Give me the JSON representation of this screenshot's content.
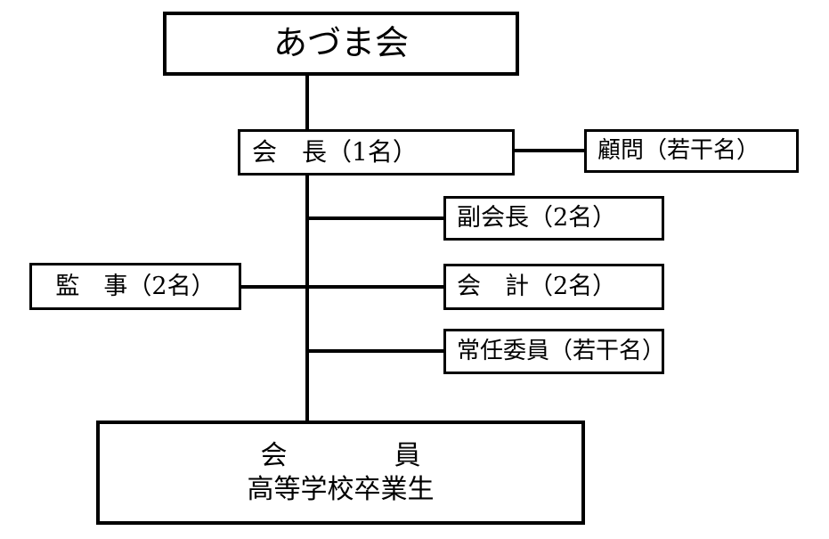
{
  "diagram": {
    "type": "organization-chart",
    "nodes": {
      "azuma": {
        "label": "あづま会"
      },
      "kaicho": {
        "label": "会　長（1名）"
      },
      "komon": {
        "label": "顧問（若干名）"
      },
      "fukukaicho": {
        "label": "副会長（2名）"
      },
      "kanji": {
        "label": "監　事（2名）"
      },
      "kaikei": {
        "label": "会　計（2名）"
      },
      "jonin": {
        "label": "常任委員（若干名）"
      },
      "kaiin": {
        "label_line1": "会　　　　員",
        "label_line2": "高等学校卒業生"
      }
    },
    "edges": [
      {
        "from": "azuma",
        "to": "kaicho"
      },
      {
        "from": "kaicho",
        "to": "komon"
      },
      {
        "from": "kaicho",
        "to": "fukukaicho"
      },
      {
        "from": "kaicho",
        "to": "kanji"
      },
      {
        "from": "kaicho",
        "to": "kaikei"
      },
      {
        "from": "kaicho",
        "to": "jonin"
      },
      {
        "from": "kaicho",
        "to": "kaiin"
      }
    ],
    "colors": {
      "background": "#ffffff",
      "box_border": "#000000",
      "text": "#000000",
      "connector": "#000000"
    }
  }
}
